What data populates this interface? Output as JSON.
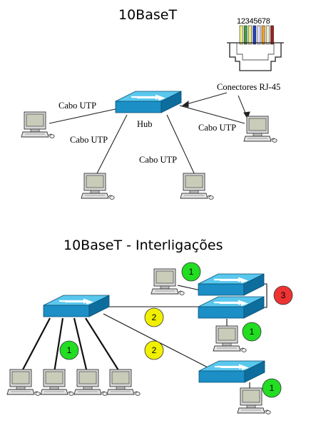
{
  "top": {
    "title": "10BaseT",
    "pins_label": "12345678",
    "hub_label": "Hub",
    "cable_labels": [
      "Cabo UTP",
      "Cabo UTP",
      "Cabo UTP",
      "Cabo UTP"
    ],
    "connectors_label": "Conectores RJ-45",
    "pin_colors": [
      "#f0f080",
      "#40a040",
      "#f0f080",
      "#2040c0",
      "#e0e0ff",
      "#f0a030",
      "#f0f0d0",
      "#a02020"
    ]
  },
  "bottom": {
    "title": "10BaseT - Interligações",
    "badges": [
      {
        "text": "1",
        "color": "#22dd22"
      },
      {
        "text": "3",
        "color": "#ee3333"
      },
      {
        "text": "2",
        "color": "#f0f000"
      },
      {
        "text": "1",
        "color": "#22dd22"
      },
      {
        "text": "2",
        "color": "#f0f000"
      },
      {
        "text": "1",
        "color": "#22dd22"
      },
      {
        "text": "1",
        "color": "#22dd22"
      }
    ]
  },
  "colors": {
    "hub_top": "#5ac8ee",
    "hub_front": "#1b8fc6",
    "hub_side": "#0d6e9e"
  }
}
